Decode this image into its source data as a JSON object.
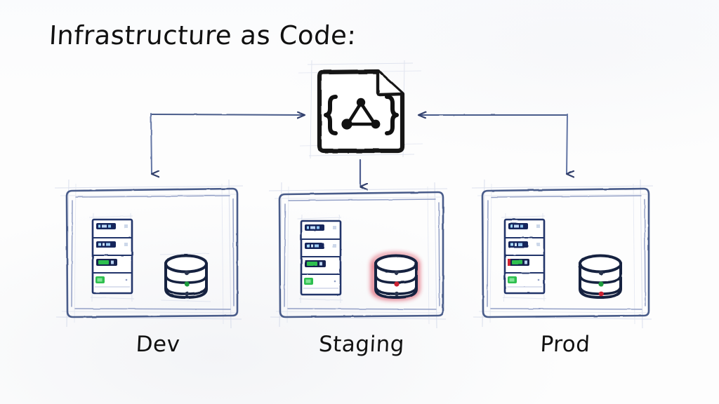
{
  "page": {
    "title": "Infrastructure as Code:",
    "background_color": "#fdfdfd",
    "style": "hand-drawn blueprint sketch"
  },
  "central_node": {
    "name": "config-file",
    "icon": "document-file-icon",
    "inner_icon": "code-braces-node-graph-icon",
    "braces_left": "{",
    "braces_right": "}",
    "description": "Configuration file containing infrastructure definition",
    "outline_color": "#111111",
    "fill_color": "#ffffff"
  },
  "connectors": [
    {
      "name": "file-to-dev",
      "direction": "down",
      "target": "Dev",
      "color": "#3d4f7c"
    },
    {
      "name": "file-to-staging",
      "direction": "down",
      "target": "Staging",
      "color": "#3d4f7c"
    },
    {
      "name": "file-to-prod",
      "direction": "down",
      "target": "Prod",
      "color": "#3d4f7c"
    },
    {
      "name": "dev-branch-to-file",
      "direction": "right",
      "target": "config-file",
      "color": "#3d4f7c"
    },
    {
      "name": "prod-branch-to-file",
      "direction": "left",
      "target": "config-file",
      "color": "#3d4f7c"
    }
  ],
  "environments": [
    {
      "id": "dev",
      "label": "Dev",
      "server_rack": {
        "name": "server-rack-icon",
        "slots": 4,
        "slot_colors": [
          "#1b2a5e",
          "#1b2a5e",
          "#1b2a5e",
          "#ffffff"
        ],
        "leds": [
          "#2fbf4f",
          "#2fbf4f",
          "#2fbf4f",
          "#2fbf4f"
        ]
      },
      "database": {
        "name": "database-cylinder-icon",
        "bands": 3,
        "outline_color": "#16213f",
        "indicator_colors": [
          "#2b3550",
          "#1f9d3d",
          "#2b3550"
        ],
        "alert": false
      }
    },
    {
      "id": "staging",
      "label": "Staging",
      "server_rack": {
        "name": "server-rack-icon",
        "slots": 4,
        "slot_colors": [
          "#1b2a5e",
          "#1b2a5e",
          "#1b2a5e",
          "#ffffff"
        ],
        "leds": [
          "#2fbf4f",
          "#2fbf4f",
          "#2fbf4f",
          "#2fbf4f"
        ]
      },
      "database": {
        "name": "database-cylinder-icon",
        "bands": 3,
        "outline_color": "#16213f",
        "indicator_colors": [
          "#2b3550",
          "#cc2233",
          "#2b3550"
        ],
        "alert": true,
        "alert_color": "#d4243a"
      }
    },
    {
      "id": "prod",
      "label": "Prod",
      "server_rack": {
        "name": "server-rack-icon",
        "slots": 4,
        "slot_colors": [
          "#1b2a5e",
          "#1b2a5e",
          "#1b2a5e",
          "#ffffff"
        ],
        "leds": [
          "#2fbf4f",
          "#2fbf4f",
          "#2fbf4f",
          "#2fbf4f"
        ],
        "alert_slot": 3,
        "alert_color": "#cc2233"
      },
      "database": {
        "name": "database-cylinder-icon",
        "bands": 3,
        "outline_color": "#16213f",
        "indicator_colors": [
          "#2b3550",
          "#1f9d3d",
          "#cc2233"
        ],
        "alert": false
      }
    }
  ],
  "colors": {
    "ink_dark": "#111111",
    "sketch_blue": "#3d4f7c",
    "sketch_blue_light": "#9aa8cc",
    "construction_line": "#c3cbe2",
    "rack_navy": "#1b2a5e",
    "led_green": "#2fbf4f",
    "alert_red": "#cc2233"
  }
}
